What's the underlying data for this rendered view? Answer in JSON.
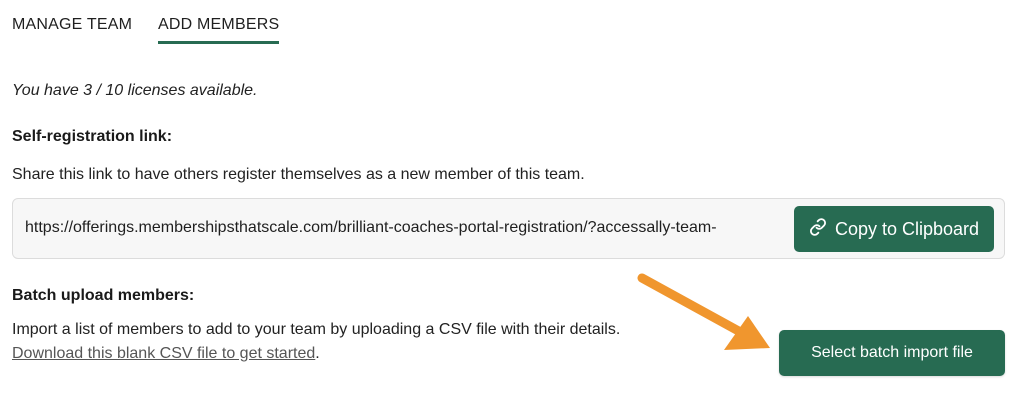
{
  "tabs": [
    {
      "label": "MANAGE TEAM",
      "active": false
    },
    {
      "label": "ADD MEMBERS",
      "active": true
    }
  ],
  "licenses_text": "You have 3 / 10 licenses available.",
  "self_registration": {
    "title": "Self-registration link:",
    "description": "Share this link to have others register themselves as a new member of this team.",
    "url": "https://offerings.membershipsthatscale.com/brilliant-coaches-portal-registration/?accessally-team-",
    "copy_label": "Copy to Clipboard"
  },
  "batch_upload": {
    "title": "Batch upload members:",
    "description_prefix": "Import a list of members to add to your team by uploading a CSV file with their details. ",
    "download_link": "Download this blank CSV file to get started",
    "description_suffix": ".",
    "import_label": "Select batch import file"
  },
  "colors": {
    "accent": "#276b52",
    "annotation_arrow": "#f0962e"
  },
  "icons": {
    "copy": "link-icon",
    "annotation": "arrow-annotation-icon"
  }
}
